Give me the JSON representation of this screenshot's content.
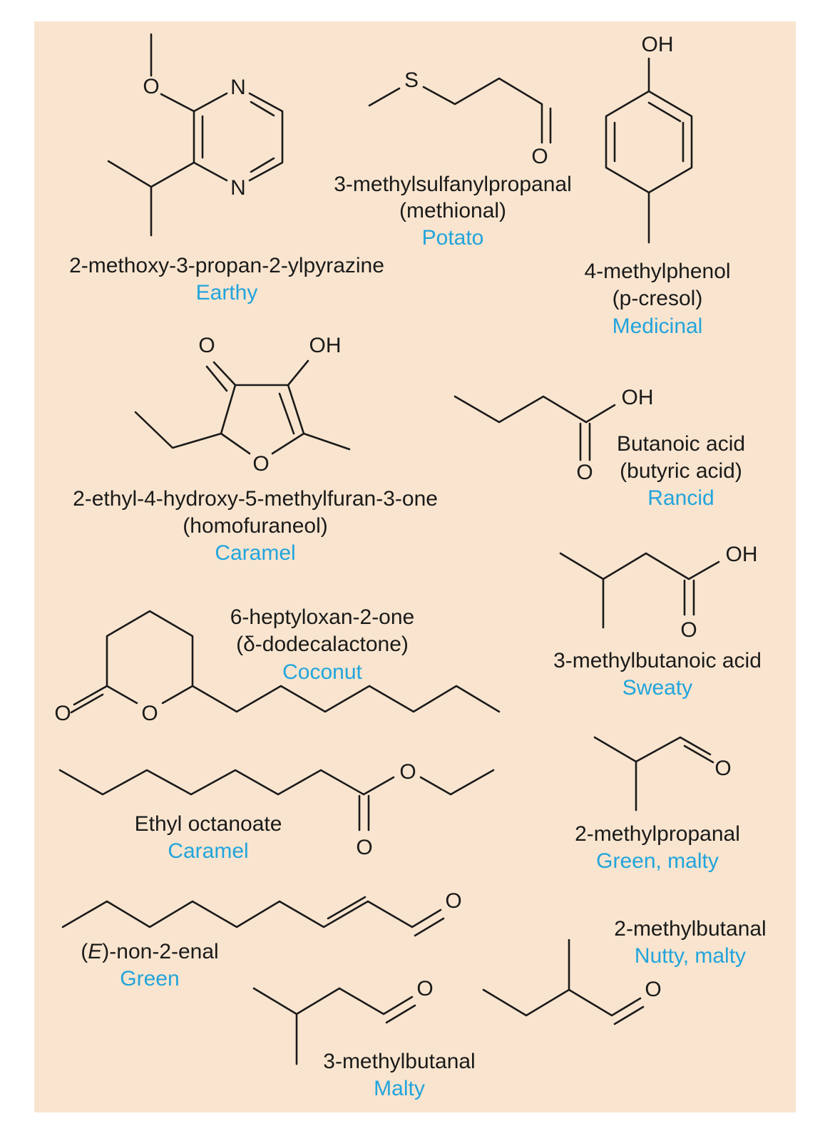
{
  "compounds": [
    {
      "id": "methoxypyrazine",
      "name": "2-methoxy-3-propan-2-ylpyrazine",
      "common": "",
      "aroma": "Earthy",
      "atoms": [
        "O",
        "N",
        "N"
      ]
    },
    {
      "id": "methional",
      "name": "3-methylsulfanylpropanal",
      "common": "(methional)",
      "aroma": "Potato",
      "atoms": [
        "S",
        "O"
      ]
    },
    {
      "id": "p-cresol",
      "name": "4-methylphenol",
      "common": "(p-cresol)",
      "aroma": "Medicinal",
      "atoms": [
        "OH"
      ]
    },
    {
      "id": "homofuraneol",
      "name": "2-ethyl-4-hydroxy-5-methylfuran-3-one",
      "common": "(homofuraneol)",
      "aroma": "Caramel",
      "atoms": [
        "O",
        "OH",
        "O"
      ]
    },
    {
      "id": "butanoic-acid",
      "name": "Butanoic acid",
      "common": "(butyric acid)",
      "aroma": "Rancid",
      "atoms": [
        "OH",
        "O"
      ]
    },
    {
      "id": "methylbutanoic-acid",
      "name": "3-methylbutanoic acid",
      "common": "",
      "aroma": "Sweaty",
      "atoms": [
        "OH",
        "O"
      ]
    },
    {
      "id": "dodecalactone",
      "name": "6-heptyloxan-2-one",
      "common": "(δ-dodecalactone)",
      "aroma": "Coconut",
      "atoms": [
        "O",
        "O"
      ]
    },
    {
      "id": "ethyl-octanoate",
      "name": "Ethyl octanoate",
      "common": "",
      "aroma": "Caramel",
      "atoms": [
        "O",
        "O"
      ]
    },
    {
      "id": "methylpropanal",
      "name": "2-methylpropanal",
      "common": "",
      "aroma": "Green, malty",
      "atoms": [
        "O"
      ]
    },
    {
      "id": "nonenal",
      "name_prefix": "(",
      "name_italic": "E",
      "name_suffix": ")-non-2-enal",
      "aroma": "Green",
      "atoms": [
        "O"
      ]
    },
    {
      "id": "methylbutanal-2",
      "name": "2-methylbutanal",
      "common": "",
      "aroma": "Nutty, malty",
      "atoms": [
        "O"
      ]
    },
    {
      "id": "methylbutanal-3",
      "name": "3-methylbutanal",
      "common": "",
      "aroma": "Malty",
      "atoms": [
        "O"
      ]
    }
  ],
  "colors": {
    "background": "#f9e5cf",
    "label": "#1a1a1a",
    "aroma": "#22a4dc"
  }
}
